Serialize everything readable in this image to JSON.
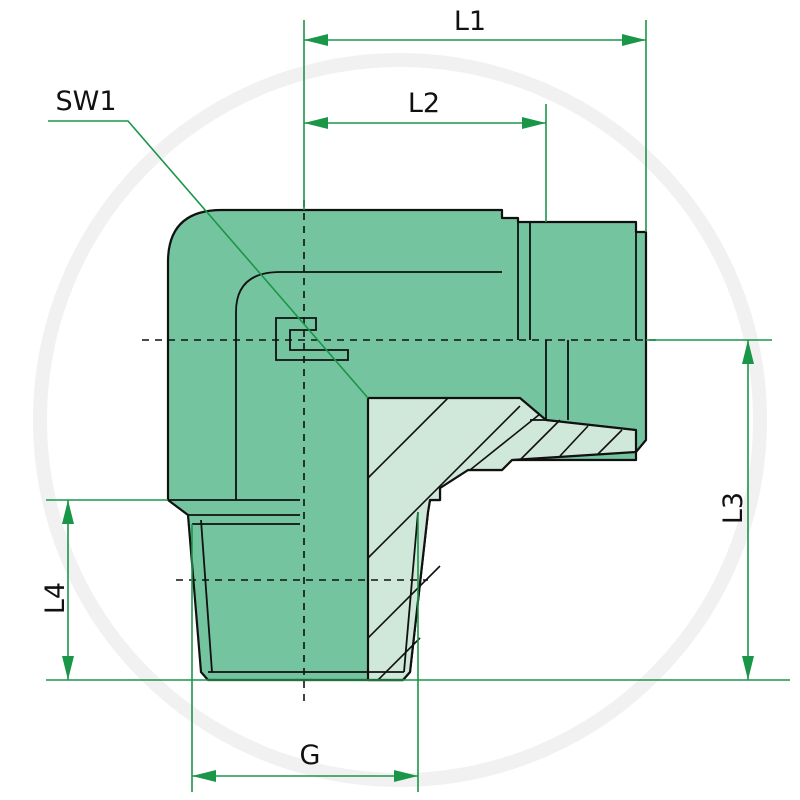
{
  "labels": {
    "l1": "L1",
    "l2": "L2",
    "l3": "L3",
    "l4": "L4",
    "sw1": "SW1",
    "g": "G"
  },
  "colors": {
    "body": "#74c49f",
    "section": "#cfe8d9",
    "dimension": "#1a9648",
    "outline": "#111111"
  }
}
